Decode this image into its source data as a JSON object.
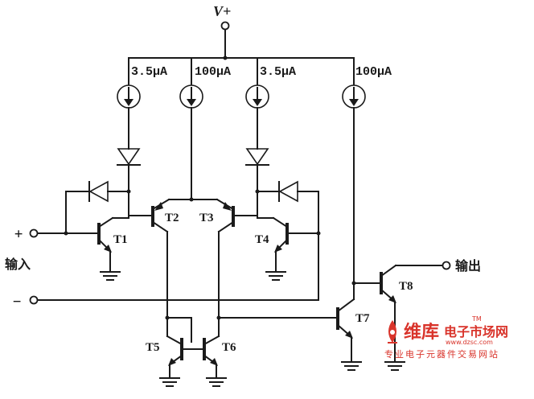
{
  "supply": {
    "label": "V+"
  },
  "current_sources": [
    {
      "label": "3.5μA"
    },
    {
      "label": "100μA"
    },
    {
      "label": "3.5μA"
    },
    {
      "label": "100μA"
    }
  ],
  "transistors": {
    "t1": "T1",
    "t2": "T2",
    "t3": "T3",
    "t4": "T4",
    "t5": "T5",
    "t6": "T6",
    "t7": "T7",
    "t8": "T8"
  },
  "inputs": {
    "plus_sign": "+",
    "minus_sign": "−",
    "input_label": "输入"
  },
  "output": {
    "label": "输出"
  },
  "watermark": {
    "brand": "维库",
    "brand_sub": "电子市场网",
    "url": "www.dzsc.com",
    "tagline": "专业电子元器件交易网站",
    "tm": "TM"
  }
}
